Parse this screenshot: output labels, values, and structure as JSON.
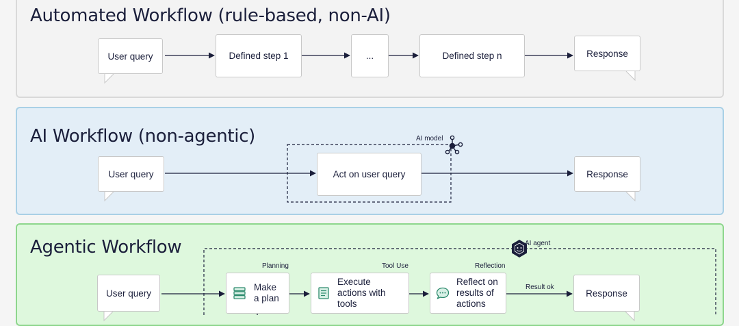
{
  "automated": {
    "title": "Automated Workflow (rule-based, non-AI)",
    "user_query": "User query",
    "step1": "Defined step 1",
    "ellipsis": "...",
    "stepn": "Defined step n",
    "response": "Response"
  },
  "ai": {
    "title": "AI Workflow (non-agentic)",
    "user_query": "User query",
    "model_label": "AI model",
    "act": "Act on user query",
    "response": "Response"
  },
  "agentic": {
    "title": "Agentic Workflow",
    "user_query": "User query",
    "agent_label": "AI agent",
    "planning_label": "Planning",
    "plan": "Make a plan",
    "tooluse_label": "Tool Use",
    "execute": "Execute actions with tools",
    "reflection_label": "Reflection",
    "reflect": "Reflect on results of actions",
    "result_ok": "Result ok",
    "response": "Response"
  },
  "colors": {
    "automated_bg": "#f3f3f3",
    "ai_bg": "#e3eef7",
    "agentic_bg": "#def8dd",
    "text": "#1b1f3b",
    "icon_green": "#2e8b6e"
  },
  "icons": {
    "model": "network-icon",
    "agent": "agent-hexagon-icon",
    "plan": "stack-icon",
    "execute": "document-icon",
    "reflect": "chat-bubble-icon"
  }
}
